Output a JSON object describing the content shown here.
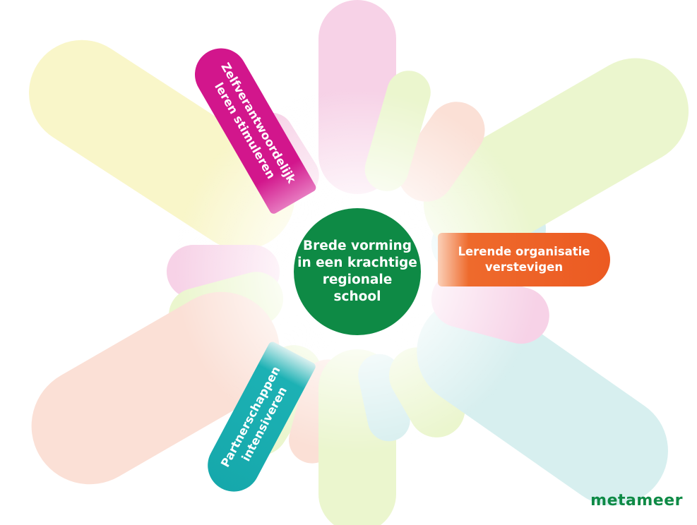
{
  "center": {
    "lines": [
      "Brede vorming",
      "in een krachtige",
      "regionale",
      "school"
    ],
    "color": "#0e8a45"
  },
  "pillars": [
    {
      "id": "zelfverantwoordelijk",
      "lines": [
        "Zelfverantwoordelijk",
        "leren stimuleren"
      ],
      "color": "#d2168c"
    },
    {
      "id": "lerende",
      "lines": [
        "Lerende organisatie",
        "verstevigen"
      ],
      "color": "#ec5a22"
    },
    {
      "id": "partnerschappen",
      "lines": [
        "Partnerschappen",
        "intensiveren"
      ],
      "color": "#16a8ab"
    }
  ],
  "brand": {
    "name": "metameer",
    "color": "#0e8a45"
  },
  "ray_colors": {
    "yellow": "#f6f0a8",
    "green": "#dff0b0",
    "pink": "#f3b6d8",
    "peach": "#f8cdbd",
    "teal": "#bfe6e6"
  }
}
